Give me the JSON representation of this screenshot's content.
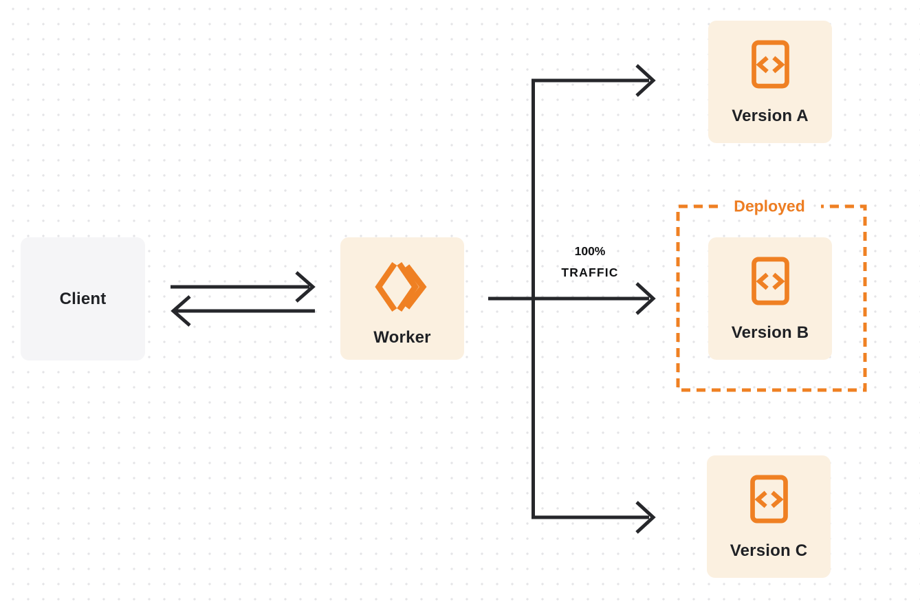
{
  "diagram": {
    "nodes": {
      "client": {
        "label": "Client"
      },
      "worker": {
        "label": "Worker"
      },
      "version_a": {
        "label": "Version A"
      },
      "version_b": {
        "label": "Version B"
      },
      "version_c": {
        "label": "Version C"
      }
    },
    "annotations": {
      "traffic": {
        "line1": "100%",
        "line2": "TRAFFIC"
      },
      "deployed_group": {
        "label": "Deployed"
      }
    },
    "icons": {
      "worker": "workers-chevron-logo-icon",
      "versions": "code-file-icon"
    },
    "colors": {
      "accent_orange": "#ef8023",
      "deployed_text_orange": "#ed7d22",
      "node_cream": "#fbf0e0",
      "client_gray": "#f5f5f7",
      "connector_dark": "#26272b",
      "label_dark": "#1f2125",
      "background_dot_gray": "#e4e4e7"
    }
  }
}
